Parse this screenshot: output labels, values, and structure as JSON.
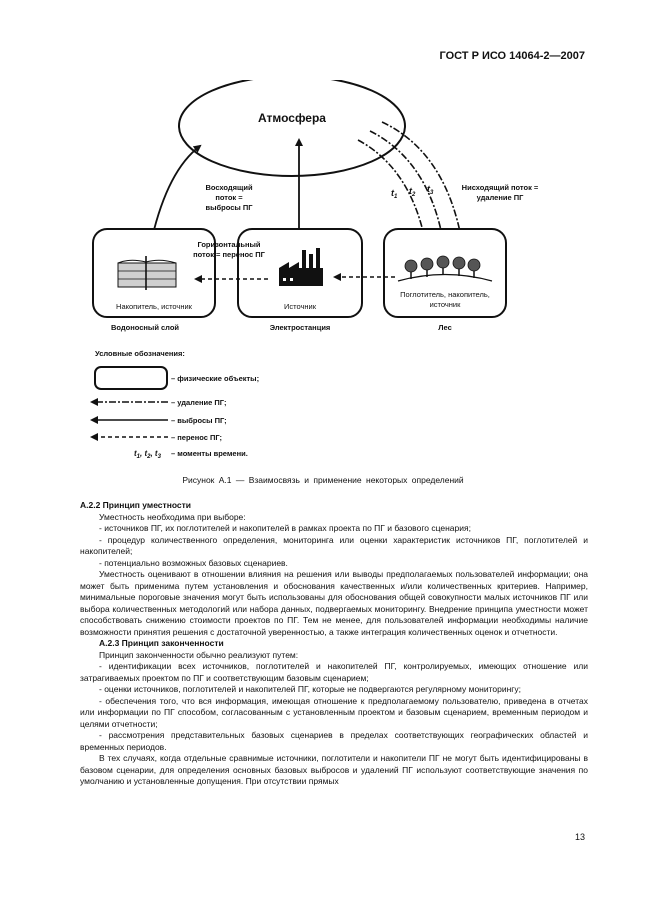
{
  "header": {
    "standard": "ГОСТ Р ИСО 14064-2—2007"
  },
  "figure": {
    "atmosphere": "Атмосфера",
    "upward_flow": [
      "Восходящий",
      "поток =",
      "выбросы ПГ"
    ],
    "downward_flow": [
      "Нисходящий поток =",
      "удаление ПГ"
    ],
    "horizontal_flow": [
      "Горизонтальный",
      "поток = перенос ПГ"
    ],
    "times": [
      "t1",
      "t2",
      "t3"
    ],
    "box_left_label": "Накопитель, источник",
    "box_center_label": "Источник",
    "box_right_label": [
      "Поглотитель, накопитель,",
      "источник"
    ],
    "caption_left": "Водоносный слой",
    "caption_center": "Электростанция",
    "caption_right": "Лес",
    "legend_title": "Условные обозначения:",
    "legend_items": [
      "– физические объекты;",
      "– удаление ПГ;",
      "– выбросы ПГ;",
      "– перенос ПГ;",
      "– моменты времени."
    ],
    "legend_times": "t1, t2, t3"
  },
  "caption": "Рисунок А.1 — Взаимосвязь и применение некоторых определений",
  "section_22": {
    "title": "А.2.2 Принцип уместности",
    "paras": [
      "Уместность необходима при выборе:",
      "- источников ПГ, их поглотителей и накопителей в рамках проекта по ПГ и базового сценария;",
      "- процедур количественного определения, мониторинга или оценки характеристик источников ПГ, поглотителей и накопителей;",
      "- потенциально возможных базовых сценариев.",
      "Уместность оценивают в отношении влияния на решения или выводы предполагаемых пользователей информации; она может быть применима путем установления и обоснования качественных и/или количественных критериев. Например, минимальные пороговые значения могут быть использованы для обоснования общей совокупности малых источников ПГ или выбора количественных методологий или набора данных, подвергаемых мониторингу. Внедрение принципа уместности может способствовать снижению стоимости проектов по ПГ. Тем не менее, для пользователей информации необходимы наличие возможности принятия решения с достаточной уверенностью, а также интеграция количественных оценок и отчетности."
    ]
  },
  "section_23": {
    "title": "А.2.3 Принцип законченности",
    "paras": [
      "Принцип законченности обычно реализуют путем:",
      "- идентификации всех источников, поглотителей и накопителей ПГ, контролируемых, имеющих отношение или затрагиваемых проектом по ПГ и соответствующим базовым сценарием;",
      "- оценки источников, поглотителей и накопителей ПГ, которые не подвергаются регулярному мониторингу;",
      "- обеспечения того, что вся информация, имеющая отношение к предполагаемому пользователю, приведена в отчетах или информации по ПГ способом, согласованным с установленным проектом и базовым сценарием, временным периодом и целями отчетности;",
      "- рассмотрения представительных базовых сценариев в пределах соответствующих географических областей и временных периодов.",
      "В тех случаях, когда отдельные сравнимые источники, поглотители и накопители ПГ не могут быть идентифицированы в базовом сценарии, для определения основных базовых выбросов и удалений ПГ используют соответствующие значения по умолчанию и установленные допущения. При отсутствии прямых"
    ]
  },
  "page_number": "13"
}
